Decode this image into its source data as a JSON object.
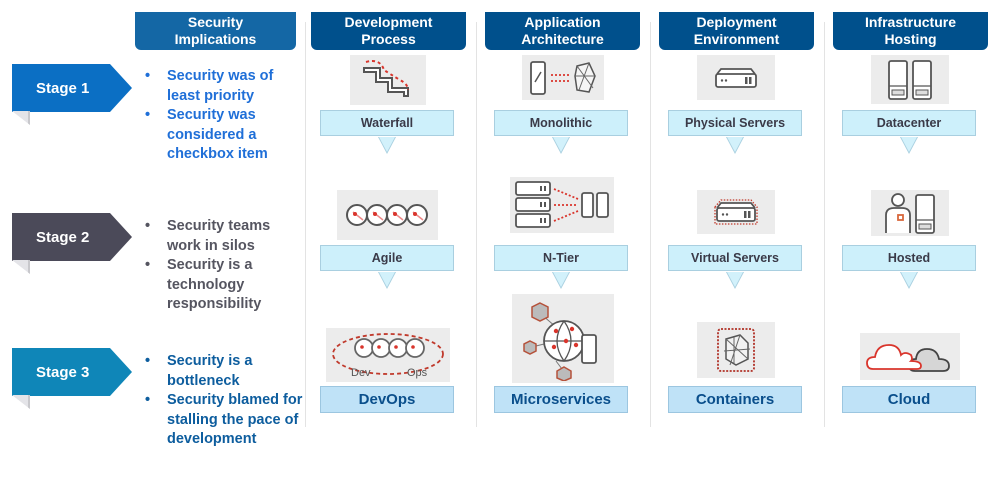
{
  "colors": {
    "stage1": "#0b6fc4",
    "stage2": "#4b4a59",
    "stage3": "#0f86b8",
    "header_bg": "#00508c",
    "label_bg": "#cdf0fb",
    "accent_red": "#d9352c"
  },
  "security_header": "Security Implications",
  "columns": [
    {
      "title": "Development Process",
      "icons": [
        "waterfall-icon",
        "agile-icon",
        "devops-icon"
      ],
      "items": [
        "Waterfall",
        "Agile",
        "DevOps"
      ]
    },
    {
      "title": "Application Architecture",
      "icons": [
        "monolithic-icon",
        "n-tier-icon",
        "microservices-icon"
      ],
      "items": [
        "Monolithic",
        "N-Tier",
        "Microservices"
      ]
    },
    {
      "title": "Deployment Environment",
      "icons": [
        "physical-server-icon",
        "virtual-server-icon",
        "containers-icon"
      ],
      "items": [
        "Physical Servers",
        "Virtual Servers",
        "Containers"
      ]
    },
    {
      "title": "Infrastructure Hosting",
      "icons": [
        "datacenter-icon",
        "hosted-icon",
        "cloud-icon"
      ],
      "items": [
        "Datacenter",
        "Hosted",
        "Cloud"
      ]
    }
  ],
  "stages": [
    {
      "label": "Stage 1",
      "bullets": [
        "Security was of least priority",
        "Security was considered a checkbox item"
      ]
    },
    {
      "label": "Stage 2",
      "bullets": [
        "Security teams work in silos",
        "Security is a technology responsibility"
      ]
    },
    {
      "label": "Stage 3",
      "bullets": [
        "Security is a bottleneck",
        "Security blamed for stalling the pace of development"
      ]
    }
  ],
  "icon_texts": {
    "dev": "Dev",
    "ops": "Ops"
  }
}
